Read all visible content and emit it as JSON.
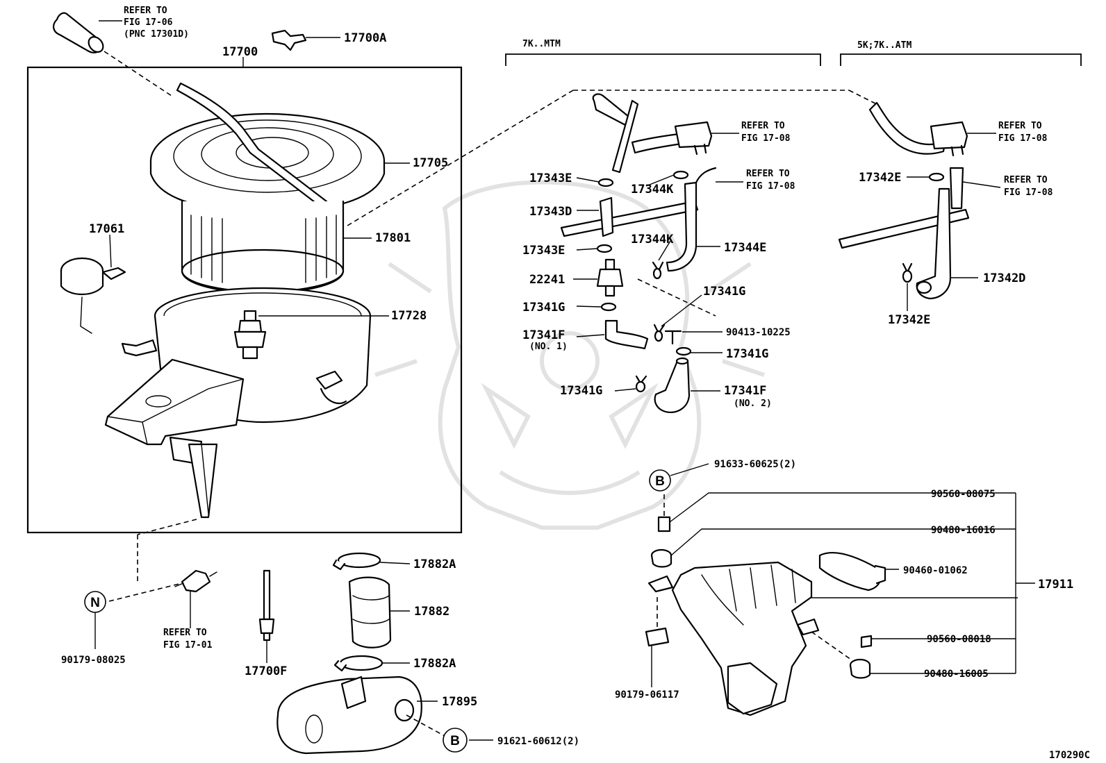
{
  "refs": {
    "r1706_a": "REFER TO",
    "r1706_b": "FIG 17-06",
    "r1706_c": "(PNC 17301D)",
    "r1708_a1": "REFER TO",
    "r1708_a2": "FIG 17-08",
    "r1708_b1": "REFER TO",
    "r1708_b2": "FIG 17-08",
    "r1708_c1": "REFER TO",
    "r1708_c2": "FIG 17-08",
    "r1708_d1": "REFER TO",
    "r1708_d2": "FIG 17-08",
    "r1701_a": "REFER TO",
    "r1701_b": "FIG 17-01"
  },
  "groups": {
    "mtm": "7K..MTM",
    "atm": "5K;7K..ATM"
  },
  "parts": {
    "p17700A": "17700A",
    "p17700": "17700",
    "p17705": "17705",
    "p17801": "17801",
    "p17061": "17061",
    "p17728": "17728",
    "p17343E_a": "17343E",
    "p17344K_a": "17344K",
    "p17343D": "17343D",
    "p17344K_b": "17344K",
    "p17343E_b": "17343E",
    "p17344E": "17344E",
    "p22241": "22241",
    "p17341G_a": "17341G",
    "p17341G_b": "17341G",
    "p17341F_1": "17341F",
    "p17341F_1n": "(NO. 1)",
    "p90413": "90413-10225",
    "p17341G_c": "17341G",
    "p17341G_d": "17341G",
    "p17341F_2": "17341F",
    "p17341F_2n": "(NO. 2)",
    "p17342E_a": "17342E",
    "p17342D": "17342D",
    "p17342E_b": "17342E",
    "p91633": "91633-60625(2)",
    "p90560_075": "90560-08075",
    "p90480_016": "90480-16016",
    "p90460": "90460-01062",
    "p17911": "17911",
    "p90560_018": "90560-08018",
    "p90480_005": "90480-16005",
    "p90179_117": "90179-06117",
    "p90179_025": "90179-08025",
    "p17700F": "17700F",
    "p17882A_a": "17882A",
    "p17882": "17882",
    "p17882A_b": "17882A",
    "p17895": "17895",
    "p91621": "91621-60612(2)"
  },
  "markers": {
    "n": "N",
    "b1": "B",
    "b2": "B"
  },
  "figure_id": "170290C"
}
